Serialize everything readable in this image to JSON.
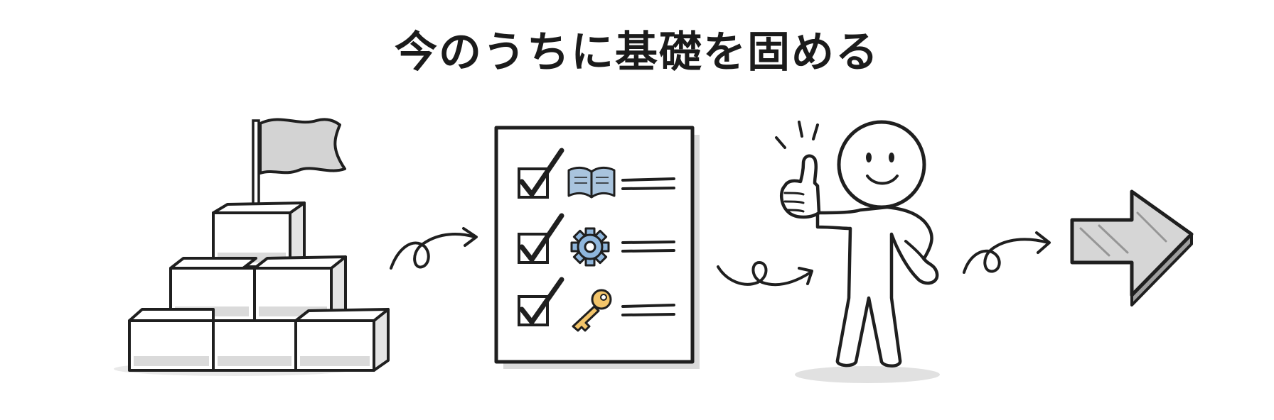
{
  "title": "今のうちに基礎を固める",
  "colors": {
    "ink": "#1f1f1f",
    "shade": "#dadada",
    "book": "#a9c4de",
    "gear": "#8fb6dc",
    "key": "#f2c46a"
  },
  "illustration": {
    "steps": [
      "block-pyramid-with-flag",
      "checklist",
      "thumbs-up-person",
      "forward-arrow"
    ],
    "checklist_icons": [
      "book-icon",
      "gear-icon",
      "key-icon"
    ]
  }
}
